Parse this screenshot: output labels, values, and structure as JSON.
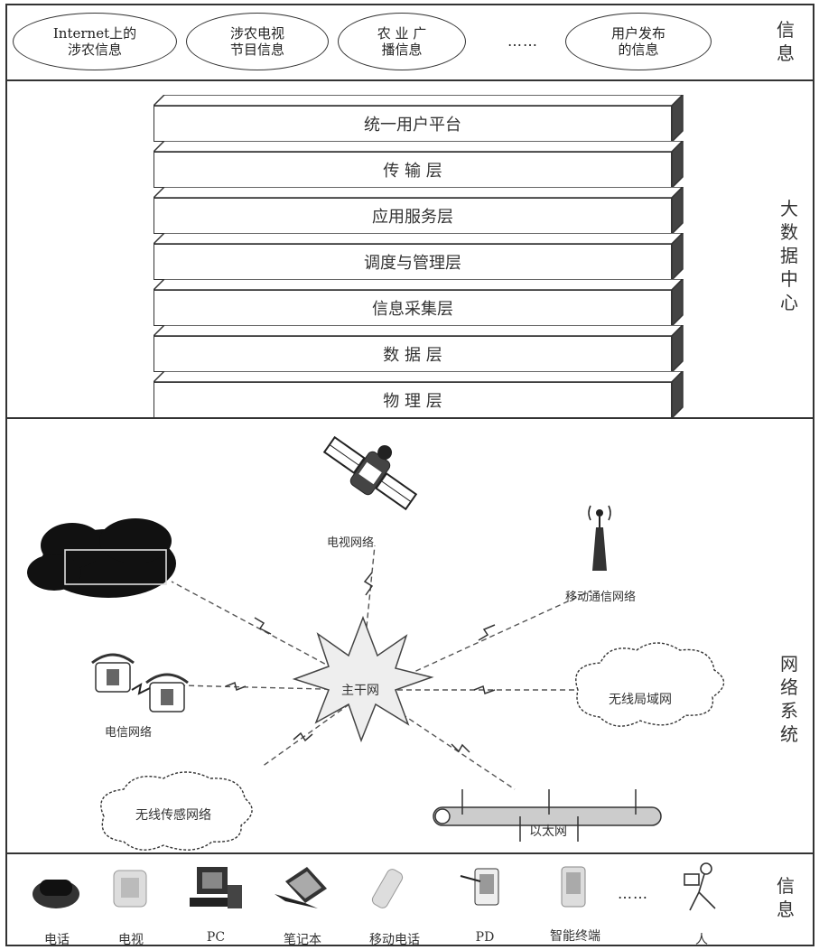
{
  "info_top": {
    "sources": [
      "Internet上的\n涉农信息",
      "涉农电视\n节目信息",
      "农 业 广\n播信息",
      "用户发布\n的信息"
    ],
    "ellipsis": "……",
    "side_label": "信\n息"
  },
  "datacenter": {
    "layers": [
      "统一用户平台",
      "传   输   层",
      "应用服务层",
      "调度与管理层",
      "信息采集层",
      "数   据   层",
      "物   理   层"
    ],
    "side_label": "大\n数\n据\n中\n心"
  },
  "network": {
    "side_label": "网\n络\n系\n统",
    "hub": "主干网",
    "nodes": {
      "tv": "电视网络",
      "mobile": "移动通信网络",
      "telecom": "电信网络",
      "wlan": "无线局域网",
      "wsn": "无线传感网络",
      "ethernet": "以太网"
    }
  },
  "info_bottom": {
    "devices": [
      "电话",
      "电视",
      "PC",
      "笔记本",
      "移动电话",
      "PD",
      "智能终端",
      "人"
    ],
    "ellipsis": "……",
    "side_label": "信\n息"
  }
}
